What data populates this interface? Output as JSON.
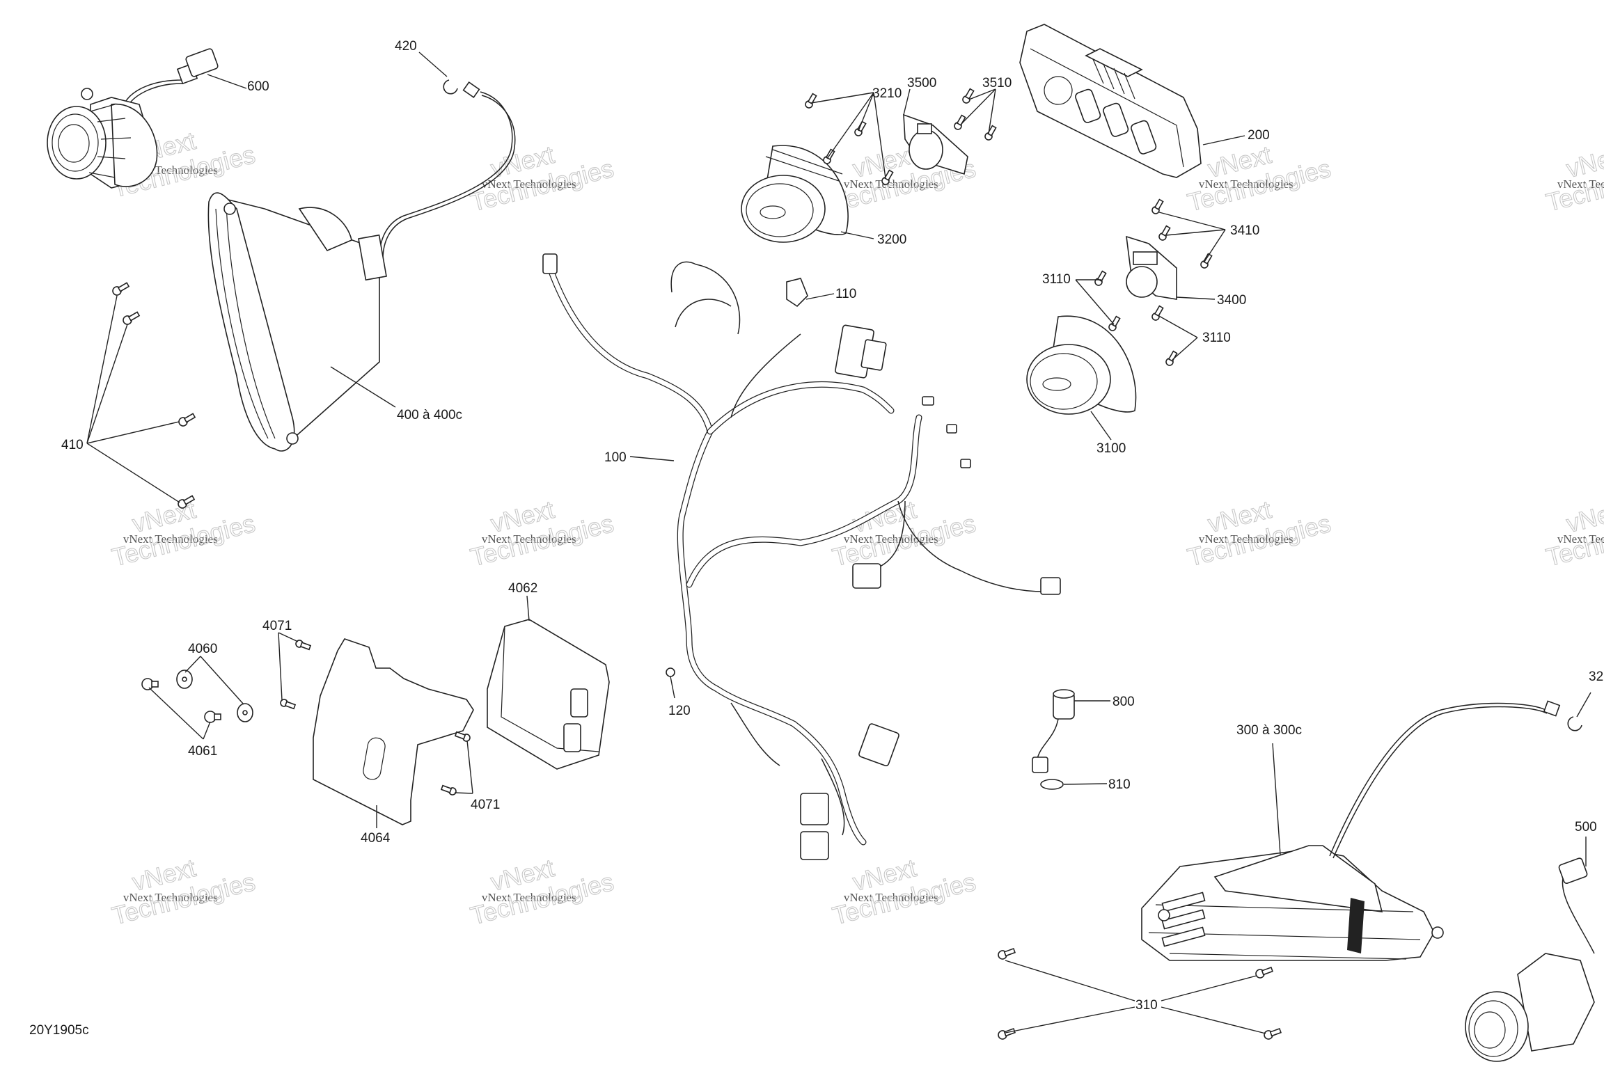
{
  "diagram": {
    "reference_code": "20Y1905c",
    "watermark": {
      "line1": "vNext Technologies",
      "line2": "vNext",
      "line3": "Technologies"
    },
    "callouts": [
      {
        "id": "600",
        "label": "600",
        "part": "fog-lamp-left-connector"
      },
      {
        "id": "420",
        "label": "420",
        "part": "retaining-clip-left"
      },
      {
        "id": "410",
        "label": "410",
        "part": "headlamp-screws-left"
      },
      {
        "id": "400",
        "label": "400 à 400c",
        "part": "headlamp-left"
      },
      {
        "id": "3210",
        "label": "3210",
        "part": "speaker-screws-upper"
      },
      {
        "id": "3500",
        "label": "3500",
        "part": "tweeter-upper"
      },
      {
        "id": "3510",
        "label": "3510",
        "part": "tweeter-screws-upper"
      },
      {
        "id": "3200",
        "label": "3200",
        "part": "speaker-upper"
      },
      {
        "id": "200",
        "label": "200",
        "part": "gauge-cluster"
      },
      {
        "id": "3410",
        "label": "3410",
        "part": "tweeter-screws-lower"
      },
      {
        "id": "3400",
        "label": "3400",
        "part": "tweeter-lower"
      },
      {
        "id": "3110a",
        "label": "3110",
        "part": "speaker-screws-lower-left"
      },
      {
        "id": "3110b",
        "label": "3110",
        "part": "speaker-screws-lower-right"
      },
      {
        "id": "3100",
        "label": "3100",
        "part": "speaker-lower"
      },
      {
        "id": "110",
        "label": "110",
        "part": "harness-clip"
      },
      {
        "id": "100",
        "label": "100",
        "part": "wiring-harness"
      },
      {
        "id": "120",
        "label": "120",
        "part": "harness-nut"
      },
      {
        "id": "4062",
        "label": "4062",
        "part": "module-housing"
      },
      {
        "id": "4071a",
        "label": "4071",
        "part": "bracket-screws-upper"
      },
      {
        "id": "4060",
        "label": "4060",
        "part": "washers"
      },
      {
        "id": "4061",
        "label": "4061",
        "part": "grommets"
      },
      {
        "id": "4064",
        "label": "4064",
        "part": "module-bracket"
      },
      {
        "id": "4071b",
        "label": "4071",
        "part": "bracket-screws-lower"
      },
      {
        "id": "800",
        "label": "800",
        "part": "power-outlet"
      },
      {
        "id": "810",
        "label": "810",
        "part": "outlet-nut"
      },
      {
        "id": "300",
        "label": "300 à 300c",
        "part": "headlamp-right"
      },
      {
        "id": "310",
        "label": "310",
        "part": "headlamp-screws-right"
      },
      {
        "id": "320",
        "label": "32",
        "part": "retaining-clip-right"
      },
      {
        "id": "500",
        "label": "500",
        "part": "fog-lamp-right-connector"
      }
    ]
  }
}
